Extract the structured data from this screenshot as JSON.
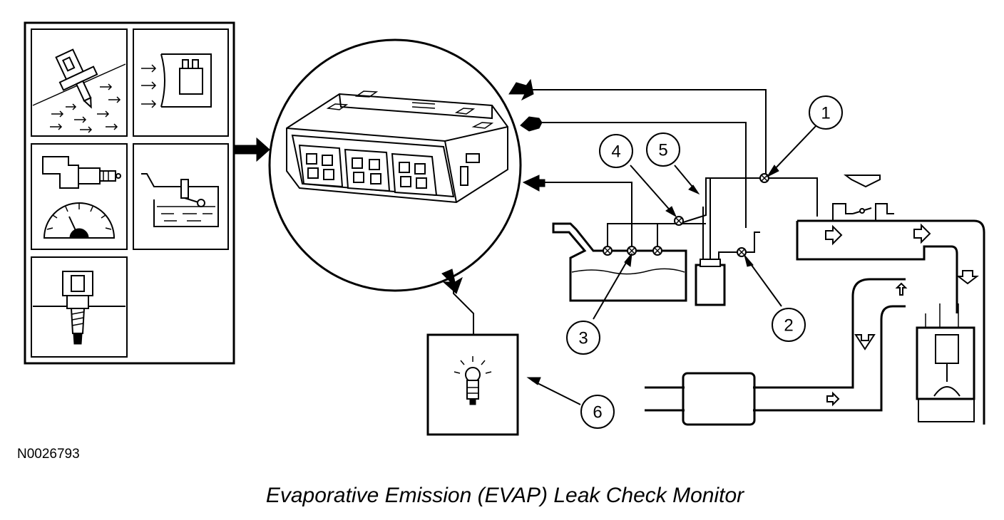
{
  "figure_id": "N0026793",
  "caption": "Evaporative Emission (EVAP) Leak Check Monitor",
  "callouts": [
    "1",
    "2",
    "3",
    "4",
    "5",
    "6"
  ],
  "icons": {
    "input_sensors_panel": "sensor-panel-icon",
    "pcm": "pcm-module-icon",
    "mil": "malfunction-indicator-lamp-icon",
    "fuel_tank": "fuel-tank-icon",
    "canister": "evap-canister-icon",
    "engine": "engine-icon",
    "muffler": "muffler-icon"
  }
}
